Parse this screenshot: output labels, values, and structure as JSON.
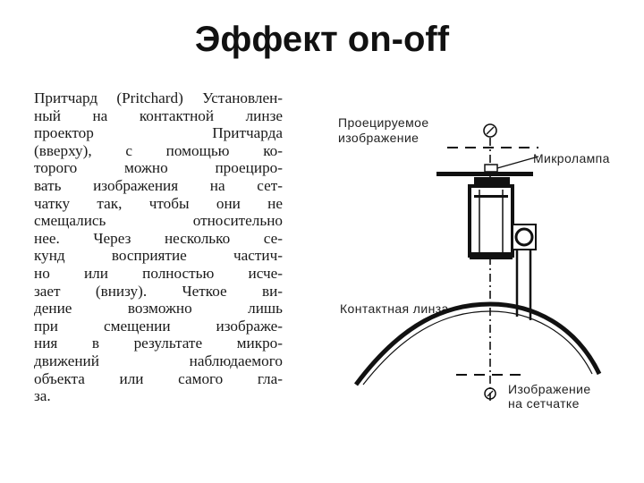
{
  "slide": {
    "title": "Эффект on-off"
  },
  "text_lines": [
    "Притчард (Pritchard) Установлен-",
    "ный на контактной линзе",
    "проектор Притчарда",
    "(вверху), с помощью ко-",
    "торого можно проециро-",
    "вать изображения на сет-",
    "чатку так, чтобы они не",
    "смещались относительно",
    "нее. Через несколько се-",
    "кунд восприятие частич-",
    "но или полностью исче-",
    "зает (внизу). Четкое ви-",
    "дение возможно лишь",
    "при смещении изображе-",
    "ния в результате микро-",
    "движений наблюдаемого",
    "объекта или самого гла-",
    "за."
  ],
  "diagram": {
    "labels": {
      "projected_image_line1": "Проецируемое",
      "projected_image_line2": "изображение",
      "microlamp": "Микролампа",
      "contact_lens": "Контактная линза",
      "retina_image_line1": "Изображение",
      "retina_image_line2": "на сетчатке"
    }
  }
}
